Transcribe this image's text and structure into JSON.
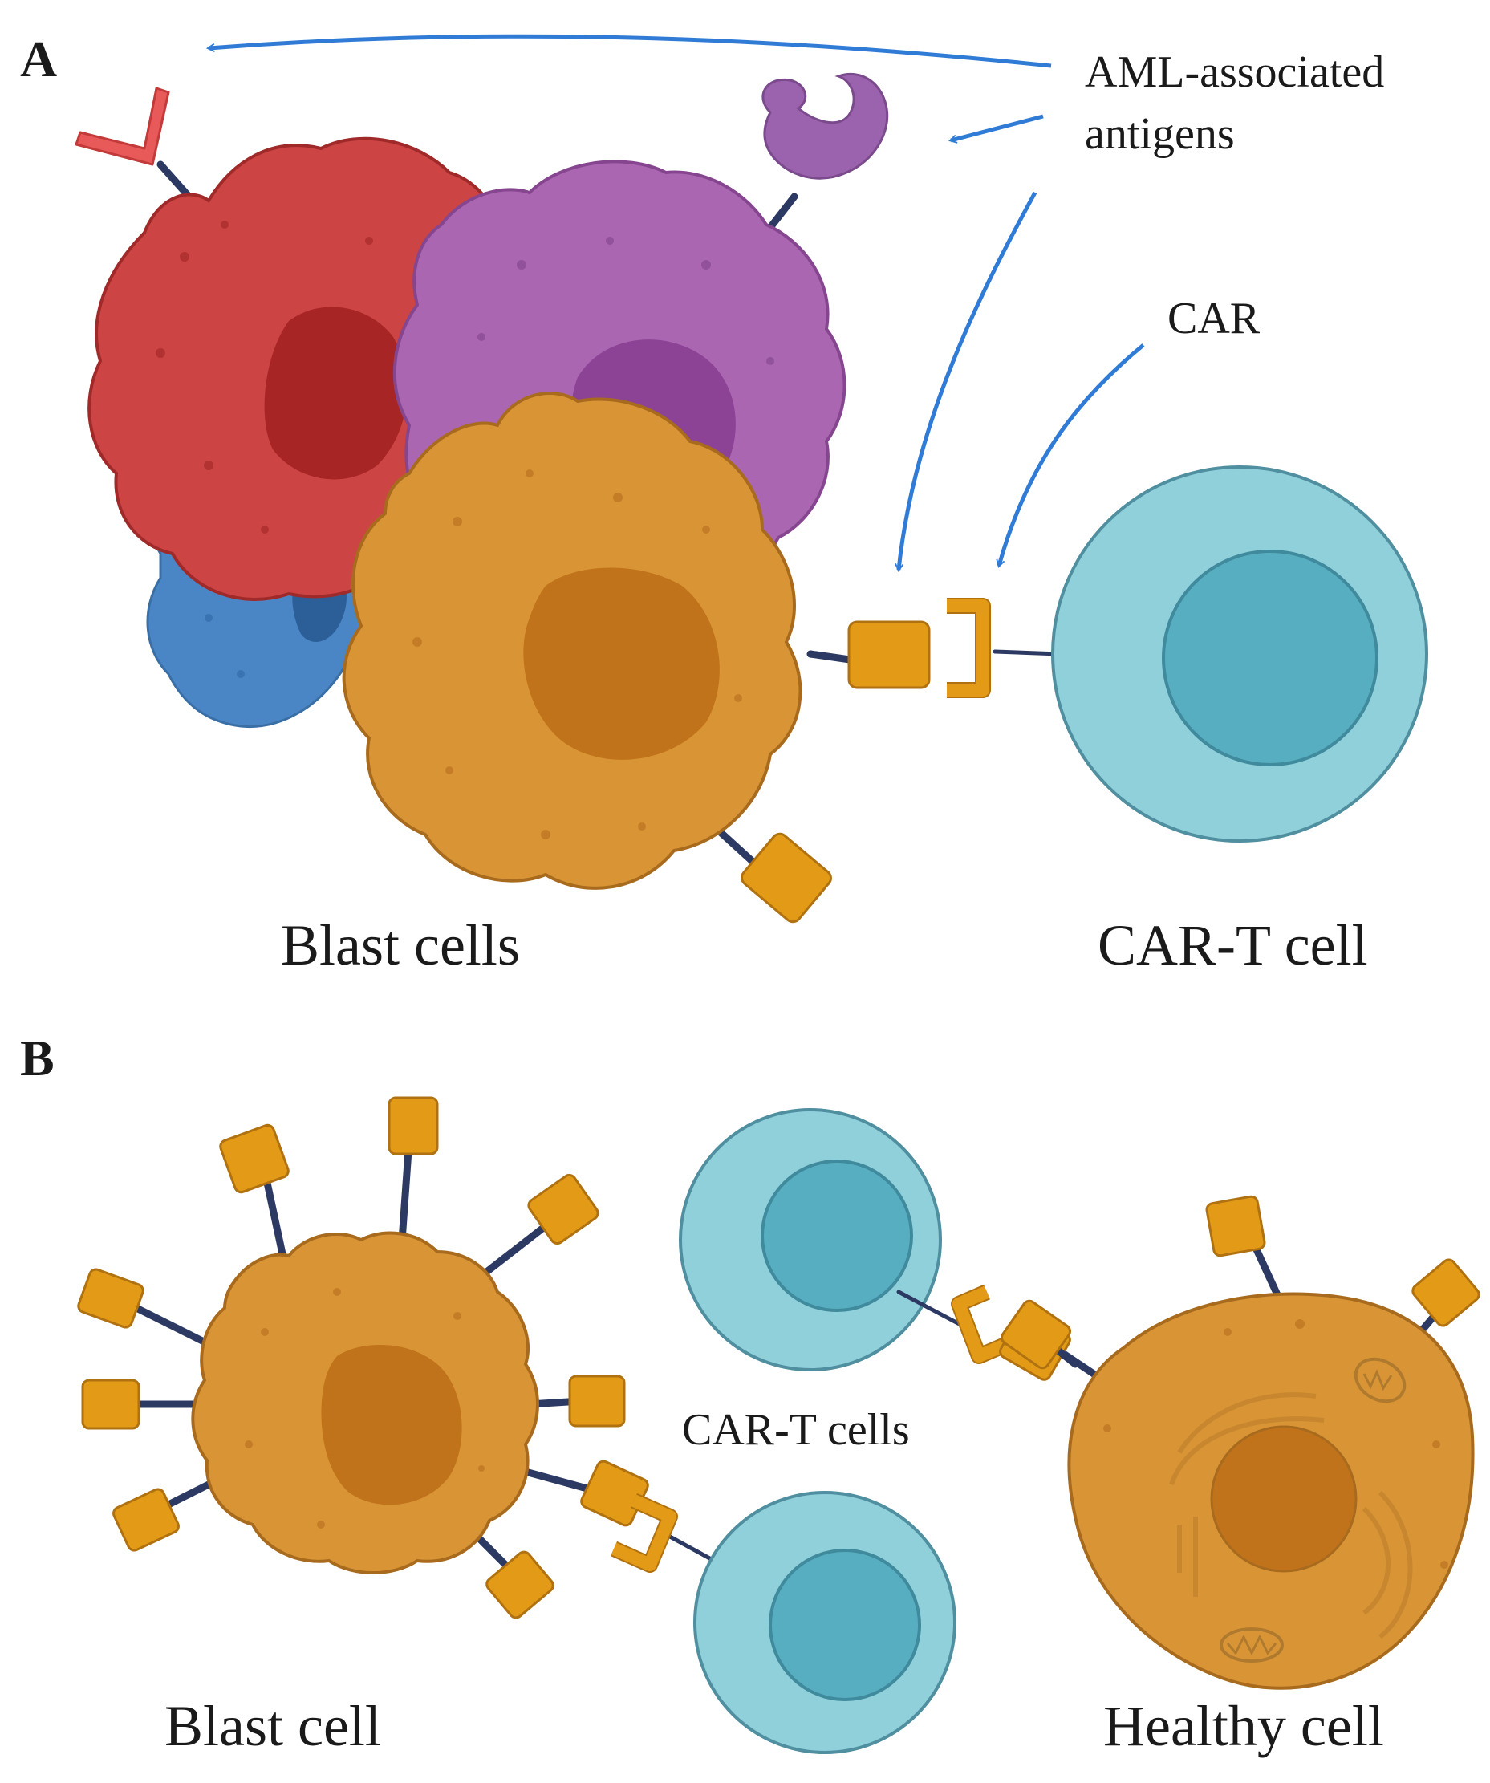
{
  "panels": {
    "a": {
      "letter": "A",
      "callout_antigens": [
        "AML-associated",
        "antigens"
      ],
      "callout_car": "CAR",
      "label_blast": "Blast cells",
      "label_cart": "CAR-T cell"
    },
    "b": {
      "letter": "B",
      "label_blast": "Blast cell",
      "label_carts": "CAR-T cells",
      "label_healthy": "Healthy cell"
    }
  },
  "colors": {
    "callout_arrow": "#2f7bd6",
    "stalk": "#2c3a63",
    "antigen": "#e39b17",
    "red_cell": "#cc4444",
    "purple_cell": "#ab66b2",
    "blue_cell": "#4a86c5",
    "orange_cell": "#d99535",
    "tcell_outer": "#8fd0da",
    "tcell_inner": "#57aec0"
  },
  "icons": {
    "red_antigen": "y-shaped-receptor-icon",
    "purple_antigen": "c-shaped-receptor-icon"
  }
}
